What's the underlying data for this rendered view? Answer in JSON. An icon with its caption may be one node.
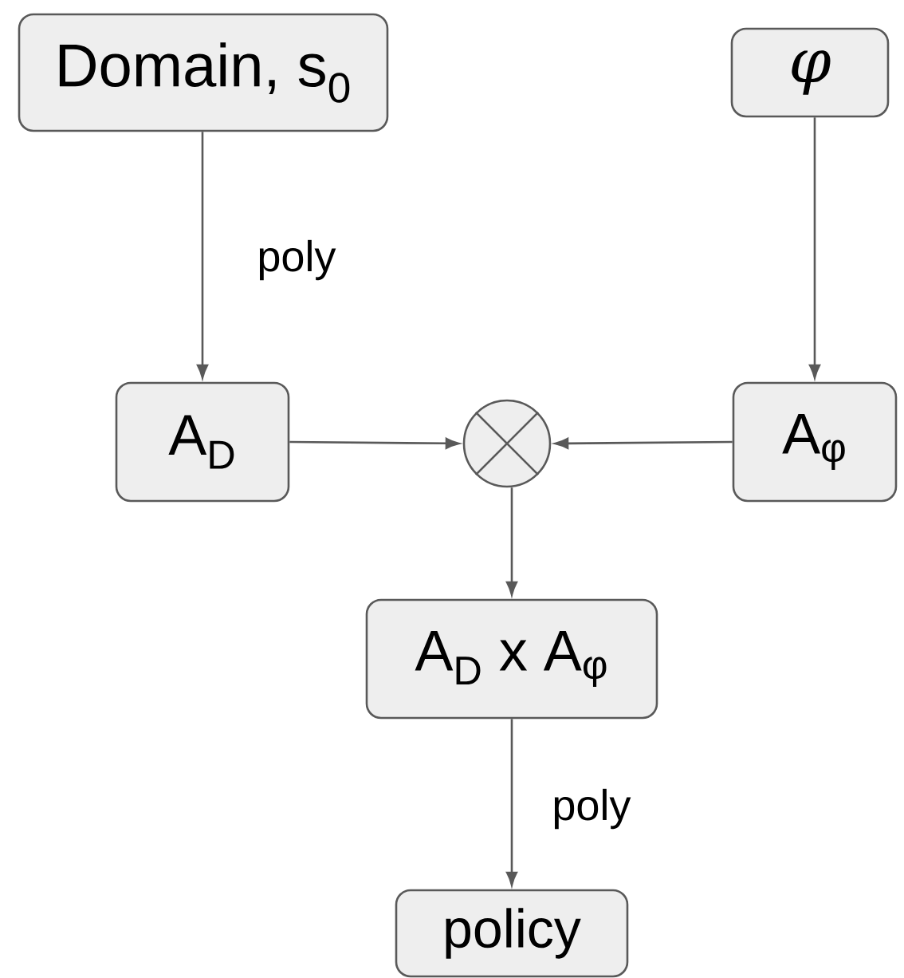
{
  "diagram": {
    "nodes": [
      {
        "text": [
          "Domain, s$_{0}$"
        ]
      },
      {
        "text": [
          "φ"
        ]
      },
      {
        "text": [
          "A$_{D}$"
        ]
      },
      {
        "text": [],
        "shape": "circle"
      },
      {
        "text": [
          "A$_{φ}$"
        ]
      },
      {
        "text": [
          "A$_{D}$ x A$_{φ}$"
        ]
      },
      {
        "text": [
          "policy"
        ]
      }
    ],
    "edges": [
      {
        "from": 0,
        "to": 2,
        "arrow": "to",
        "label": "poly"
      },
      {
        "from": 1,
        "to": 4,
        "arrow": "to"
      },
      {
        "from": 2,
        "to": 3,
        "arrow": "to"
      },
      {
        "from": 4,
        "to": 3,
        "arrow": "to"
      },
      {
        "from": 3,
        "to": 5,
        "arrow": "to"
      },
      {
        "from": 5,
        "to": 6,
        "arrow": "to",
        "label": "poly"
      }
    ]
  }
}
